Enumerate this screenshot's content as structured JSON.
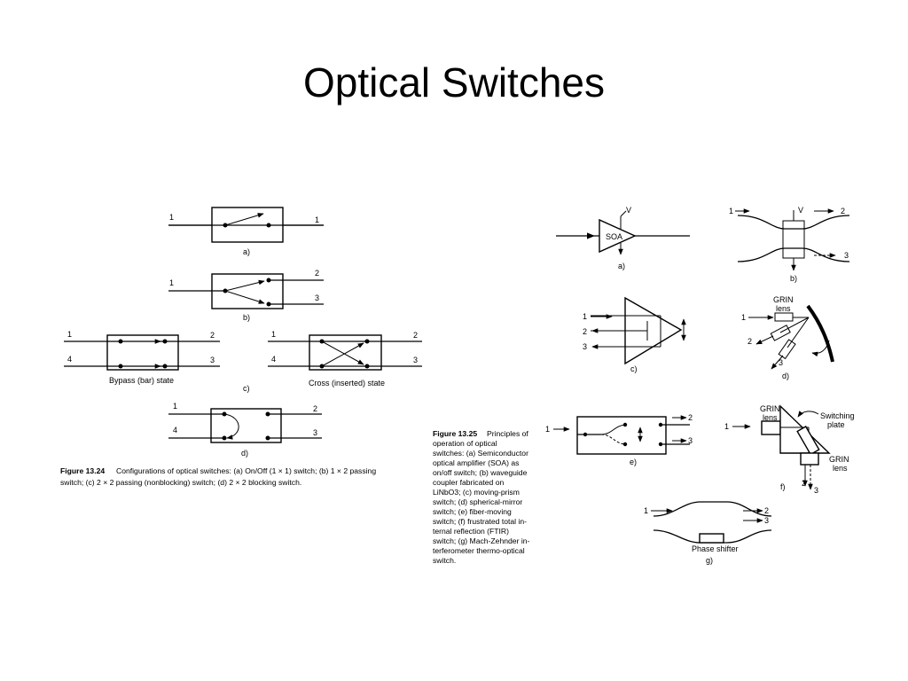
{
  "slide": {
    "title": "Optical Switches"
  },
  "figure_13_24": {
    "ports": {
      "p1": "1",
      "p2": "2",
      "p3": "3",
      "p4": "4"
    },
    "labels": {
      "a": "a)",
      "b": "b)",
      "c": "c)",
      "d": "d)"
    },
    "bypass_label": "Bypass (bar) state",
    "cross_label": "Cross (inserted) state",
    "caption_fig": "Figure 13.24",
    "caption_line1": "Configurations of optical switches: (a) On/Off (1 × 1) switch; (b) 1 × 2 passing",
    "caption_line2": "switch; (c) 2 × 2 passing (nonblocking) switch; (d) 2 × 2 blocking switch."
  },
  "figure_13_25": {
    "caption_fig": "Figure 13.25",
    "caption_lines": [
      "Principles of",
      "operation of optical",
      "switches: (a) Semiconductor",
      "optical amplifier (SOA) as",
      "on/off switch; (b) waveguide",
      "coupler fabricated on",
      "LiNbO3; (c) moving-prism",
      "switch; (d) spherical-mirror",
      "switch; (e) fiber-moving",
      "switch; (f) frustrated total in-",
      "ternal reflection (FTIR)",
      "switch; (g) Mach-Zehnder in-",
      "terferometer thermo-optical",
      "switch."
    ],
    "labels": {
      "a": "a)",
      "b": "b)",
      "c": "c)",
      "d": "d)",
      "e": "e)",
      "f": "f)",
      "g": "g)"
    },
    "soa": "SOA",
    "v": "V",
    "grin": "GRIN",
    "lens": "lens",
    "switching": "Switching",
    "plate": "plate",
    "phase_shifter": "Phase shifter",
    "ports": {
      "p1": "1",
      "p2": "2",
      "p3": "3"
    }
  }
}
